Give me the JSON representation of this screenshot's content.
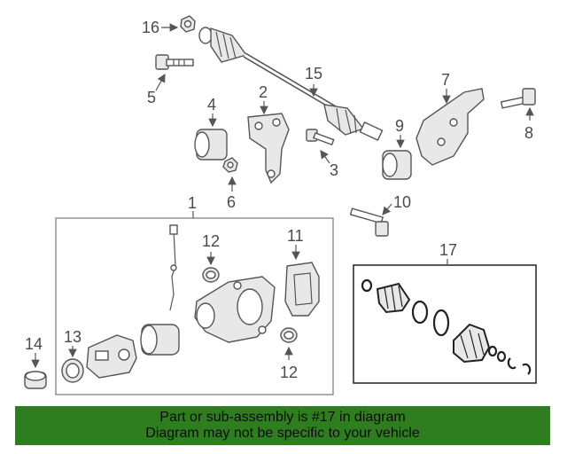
{
  "callouts": {
    "c1": "1",
    "c2": "2",
    "c3": "3",
    "c4": "4",
    "c5": "5",
    "c6": "6",
    "c7": "7",
    "c8": "8",
    "c9": "9",
    "c10": "10",
    "c11": "11",
    "c12a": "12",
    "c12b": "12",
    "c13": "13",
    "c14": "14",
    "c15": "15",
    "c16": "16",
    "c17": "17"
  },
  "banner": {
    "line1": "Part or sub-assembly is #17 in diagram",
    "line2": "Diagram may not be specific to your vehicle"
  },
  "colors": {
    "banner_bg": "#2e7d1f",
    "line_art": "#555555"
  }
}
